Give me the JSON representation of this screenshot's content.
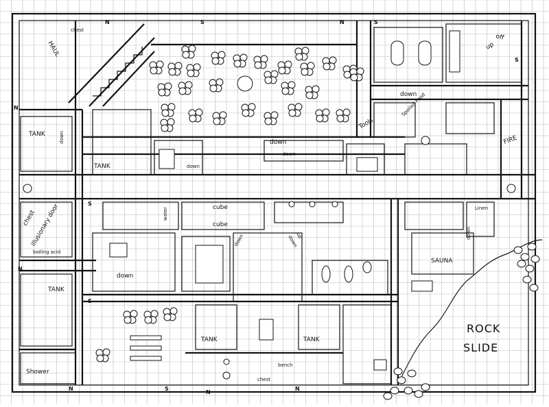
{
  "map": {
    "labels": {
      "haul": "HAUL",
      "chest_top": "chest",
      "tank_nw": "TANK",
      "tank_w2": "TANK",
      "tank_sw": "TANK",
      "tank_s1": "TANK",
      "tank_s2": "TANK",
      "chest_w": "chest",
      "illusionary_door": "illusionary door",
      "boiling_acid": "boiling acid",
      "shower": "Shower",
      "tools": "Tools",
      "spoiled_food": "Spoiled Food",
      "fire": "FIRE",
      "off": "off",
      "up": "up",
      "linen": "Linen",
      "sauna": "SAUNA",
      "rock_slide_1": "ROCK",
      "rock_slide_2": "SLIDE",
      "cube_1": "cube",
      "cube_2": "cube",
      "water": "water",
      "bench": "bench",
      "chest_bottom": "chest",
      "down_1": "down",
      "down_2": "down",
      "down_3": "down",
      "down_4": "down",
      "down_5": "down",
      "down_6": "down",
      "down_7": "down",
      "down_8": "down",
      "down_9": "down",
      "up_2": "up"
    },
    "compass": {
      "mark": "N",
      "mark_s": "S"
    }
  }
}
